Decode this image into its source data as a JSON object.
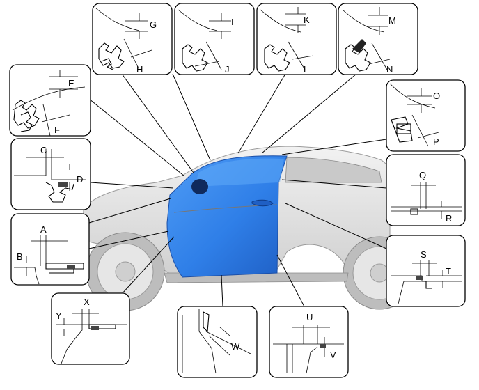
{
  "diagram": {
    "door_color": "#2f7fe8",
    "car_body_color": "#e4e4e4",
    "labels": {
      "A": "A",
      "B": "B",
      "C": "C",
      "D": "D",
      "E": "E",
      "F": "F",
      "G": "G",
      "H": "H",
      "I": "I",
      "J": "J",
      "K": "K",
      "L": "L",
      "M": "M",
      "N": "N",
      "O": "O",
      "P": "P",
      "Q": "Q",
      "R": "R",
      "S": "S",
      "T": "T",
      "U": "U",
      "V": "V",
      "W": "W",
      "X": "X",
      "Y": "Y"
    }
  }
}
